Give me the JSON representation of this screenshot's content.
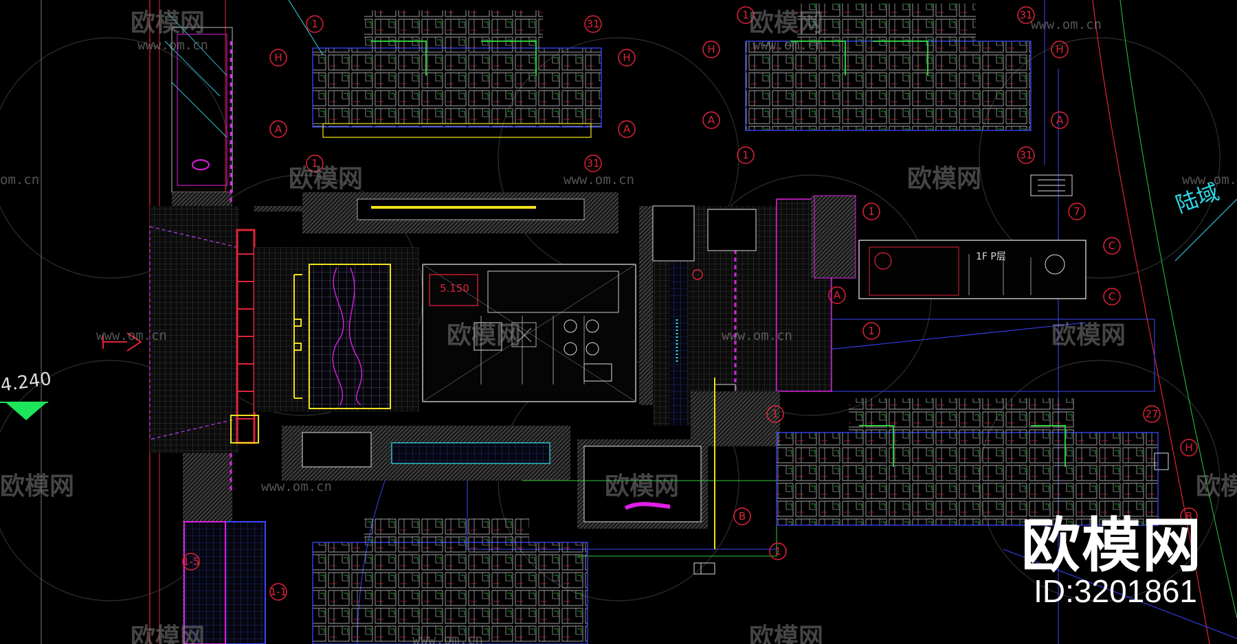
{
  "drawing": {
    "level_value": "4.240",
    "room_level": "5.150",
    "label_1f": "1F P层",
    "district_text": "陆域"
  },
  "grid_markers": [
    {
      "label": "1"
    },
    {
      "label": "31"
    },
    {
      "label": "H"
    },
    {
      "label": "H"
    },
    {
      "label": "A"
    },
    {
      "label": "A"
    },
    {
      "label": "1"
    },
    {
      "label": "31"
    },
    {
      "label": "1"
    },
    {
      "label": "31"
    },
    {
      "label": "H"
    },
    {
      "label": "H"
    },
    {
      "label": "A"
    },
    {
      "label": "A"
    },
    {
      "label": "1"
    },
    {
      "label": "31"
    },
    {
      "label": "7"
    },
    {
      "label": "C"
    },
    {
      "label": "C"
    },
    {
      "label": "A"
    },
    {
      "label": "1"
    },
    {
      "label": "1"
    },
    {
      "label": "1"
    },
    {
      "label": "27"
    },
    {
      "label": "H"
    },
    {
      "label": "B"
    },
    {
      "label": "B"
    },
    {
      "label": "1"
    },
    {
      "label": "1-5"
    },
    {
      "label": "1-1"
    }
  ],
  "watermarks": {
    "brand": "欧模网",
    "url": "www.om.cn",
    "url_short": "om.cn",
    "id_label": "ID:3201861"
  },
  "colors": {
    "background": "#000000",
    "grid_red": "#e0233a",
    "magenta": "#e01ee6",
    "cyan": "#2fd8e8",
    "green": "#2ecc40",
    "yellow": "#f2e21a",
    "blue": "#3b46ff",
    "gray": "#9a9a9a",
    "level_marker": "#1ee65a"
  }
}
